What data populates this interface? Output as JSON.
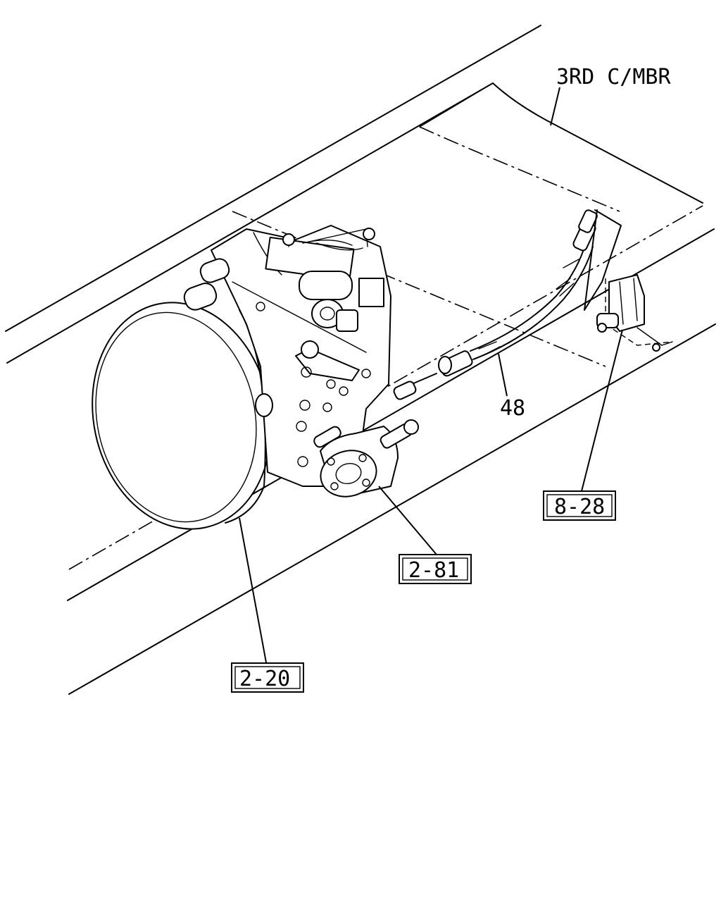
{
  "labels": {
    "crossmember": "3RD C/MBR",
    "hose_part": "48"
  },
  "callouts": [
    {
      "id": "transmission",
      "text": "2-20"
    },
    {
      "id": "pto",
      "text": "2-81"
    },
    {
      "id": "bracket",
      "text": "8-28"
    }
  ]
}
